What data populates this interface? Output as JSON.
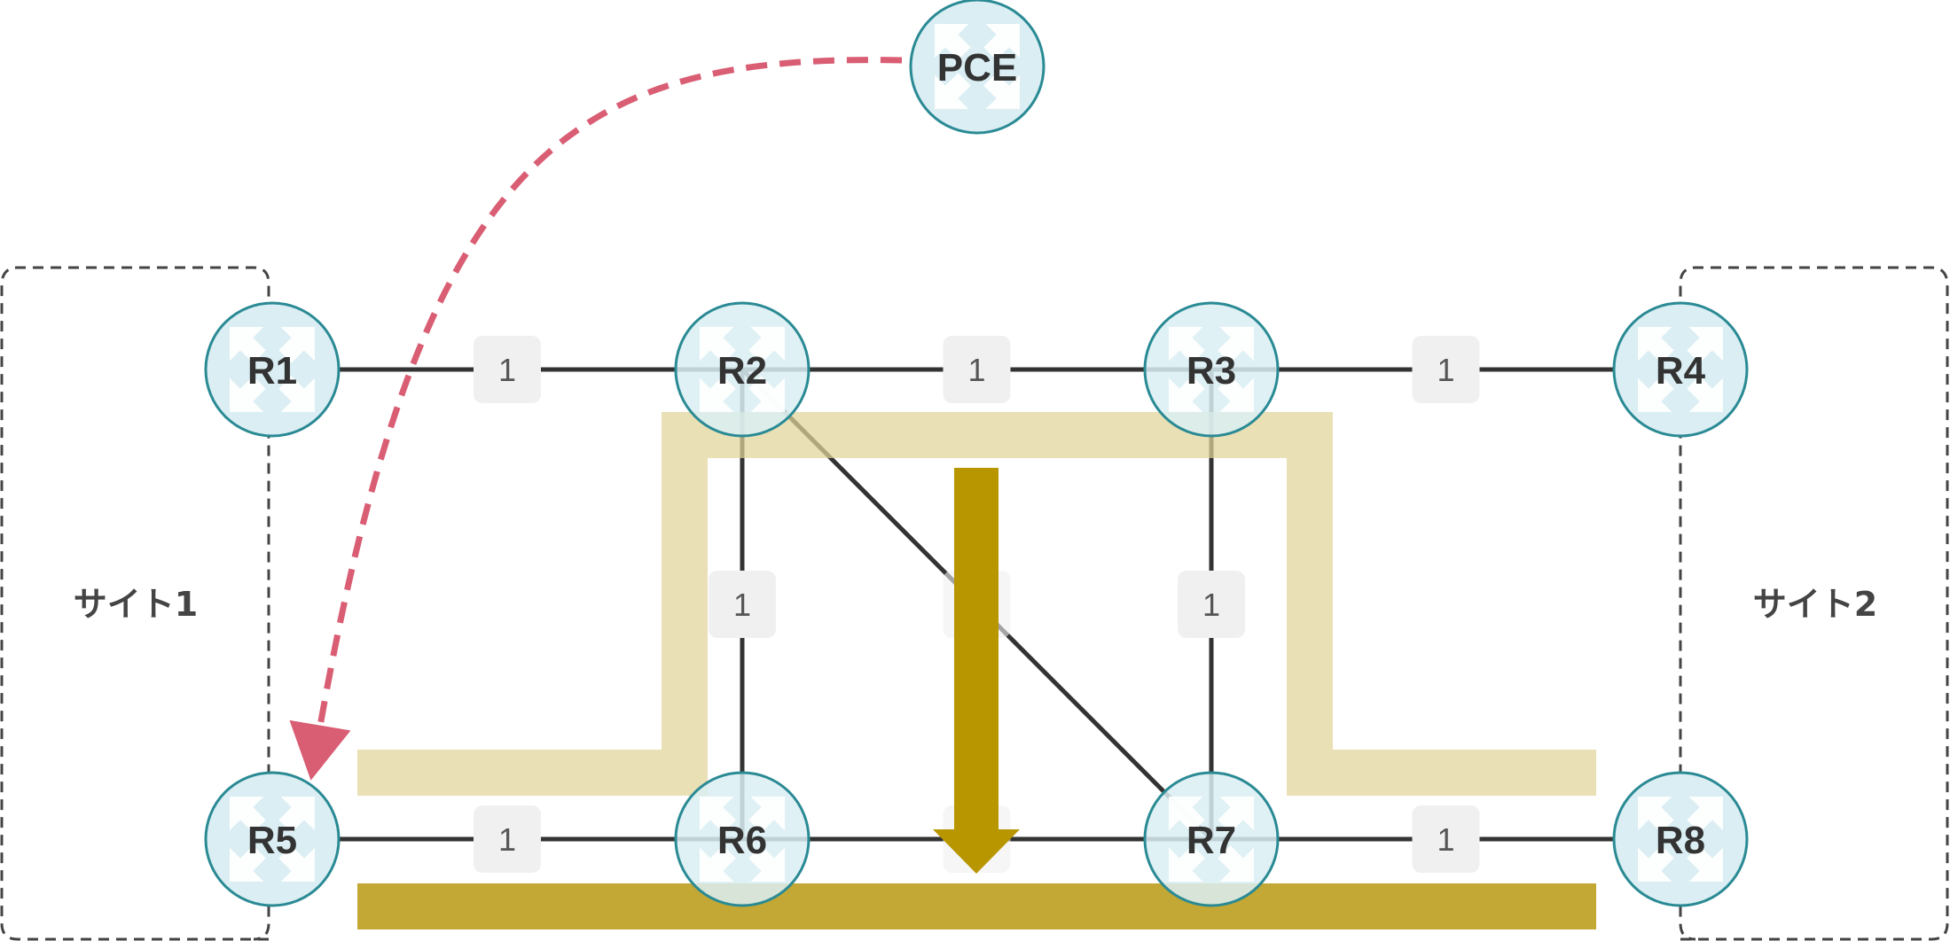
{
  "colors": {
    "node_fill": "#daeef3",
    "node_stroke": "#2a8a94",
    "node_arrow": "#ffffff",
    "link": "#333333",
    "metric_box": "#f0f0f0",
    "path_light": "#e9e0b2",
    "path_dark": "#c3a835",
    "arrow_gold": "#b89600",
    "pce_arrow": "#d95d73",
    "site_border": "#444444"
  },
  "sites": [
    {
      "id": "site1",
      "label": "サイト1"
    },
    {
      "id": "site2",
      "label": "サイト2"
    }
  ],
  "nodes": [
    {
      "id": "PCE",
      "label": "PCE"
    },
    {
      "id": "R1",
      "label": "R1"
    },
    {
      "id": "R2",
      "label": "R2"
    },
    {
      "id": "R3",
      "label": "R3"
    },
    {
      "id": "R4",
      "label": "R4"
    },
    {
      "id": "R5",
      "label": "R5"
    },
    {
      "id": "R6",
      "label": "R6"
    },
    {
      "id": "R7",
      "label": "R7"
    },
    {
      "id": "R8",
      "label": "R8"
    }
  ],
  "links": [
    {
      "from": "R1",
      "to": "R2",
      "metric": "1"
    },
    {
      "from": "R2",
      "to": "R3",
      "metric": "1"
    },
    {
      "from": "R3",
      "to": "R4",
      "metric": "1"
    },
    {
      "from": "R5",
      "to": "R6",
      "metric": "1"
    },
    {
      "from": "R6",
      "to": "R7",
      "metric": ""
    },
    {
      "from": "R7",
      "to": "R8",
      "metric": "1"
    },
    {
      "from": "R2",
      "to": "R6",
      "metric": "1"
    },
    {
      "from": "R3",
      "to": "R7",
      "metric": "1"
    },
    {
      "from": "R2",
      "to": "R7",
      "metric": ""
    }
  ]
}
